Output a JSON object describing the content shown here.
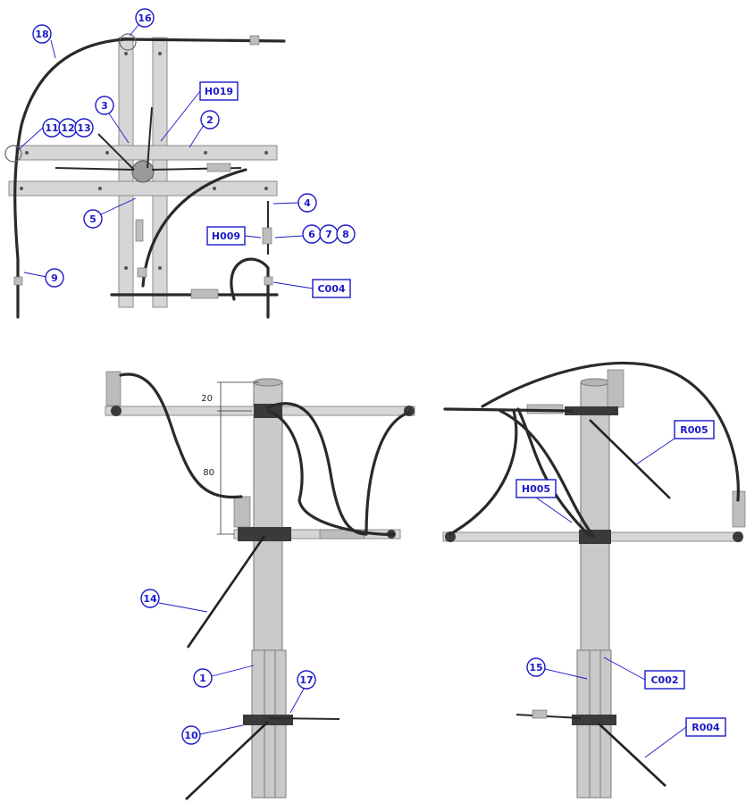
{
  "labels": {
    "l18": "18",
    "l16": "16",
    "l3": "3",
    "lH019": "H019",
    "l2": "2",
    "l11": "11",
    "l12": "12",
    "l13": "13",
    "l5": "5",
    "l4": "4",
    "lH009": "H009",
    "l6": "6",
    "l7": "7",
    "l8": "8",
    "l9": "9",
    "lC004": "C004",
    "l14": "14",
    "l1": "1",
    "l17": "17",
    "l10": "10",
    "lH005": "H005",
    "lR005": "R005",
    "l15": "15",
    "lC002": "C002",
    "lR004": "R004"
  },
  "dimensions": {
    "top": "20",
    "middle": "80"
  },
  "colors": {
    "callout": "#1a1ac8",
    "cable": "#2a2a2a",
    "beam": "#d6d6d6",
    "pole": "#c9c9c9"
  }
}
